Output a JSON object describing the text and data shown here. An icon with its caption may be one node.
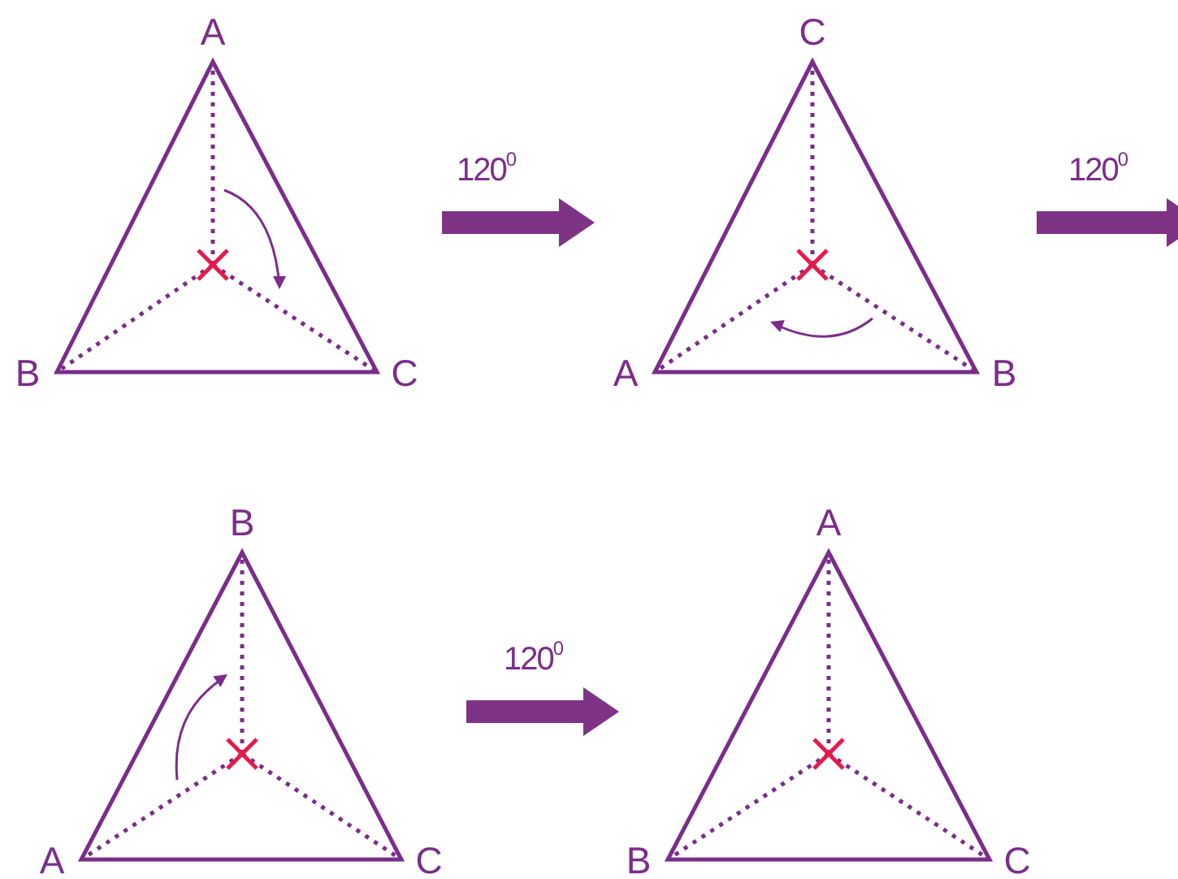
{
  "diagram": {
    "nodes": [
      {
        "text": [],
        "shape": "triangle",
        "beside": [
          "A",
          "B",
          "C"
        ]
      },
      {
        "text": [],
        "shape": "triangle",
        "beside": [
          "C",
          "A",
          "B"
        ]
      },
      {
        "text": [],
        "shape": "triangle",
        "beside": [
          "B",
          "A",
          "C"
        ]
      },
      {
        "text": [],
        "shape": "triangle",
        "beside": [
          "A",
          "B",
          "C"
        ]
      }
    ],
    "edges": [
      {
        "from": 0,
        "to": 1,
        "arrow": "to",
        "label": "120$^{0}$"
      },
      {
        "from": 1,
        "to": null,
        "arrow": "to",
        "label": "120$^{0}$"
      },
      {
        "from": 2,
        "to": 3,
        "arrow": "to",
        "label": "120$^{0}$"
      }
    ]
  }
}
